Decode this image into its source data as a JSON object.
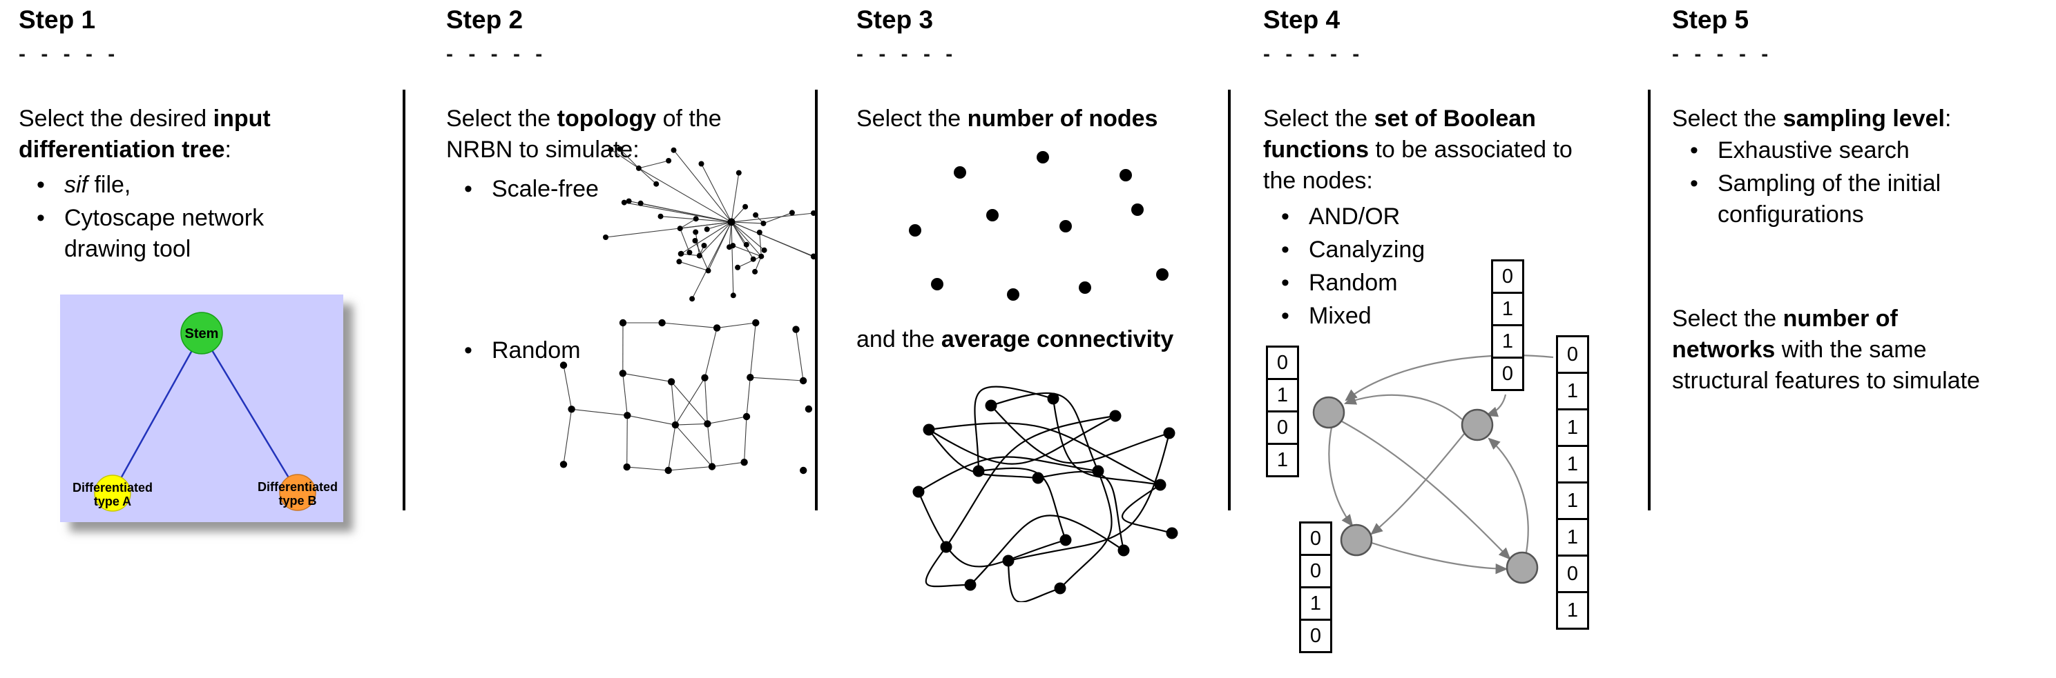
{
  "steps": [
    {
      "title": "Step 1",
      "dashes": "- - - - -",
      "lines": [
        [
          {
            "t": "Select the desired ",
            "b": false
          },
          {
            "t": "input",
            "b": true
          }
        ],
        [
          {
            "t": "differentiation tree",
            "b": true
          },
          {
            "t": ":",
            "b": false
          }
        ]
      ],
      "bullets_rich": [
        [
          {
            "t": "sif",
            "i": true
          },
          {
            "t": " file,",
            "b": false
          }
        ],
        [
          {
            "t": "Cytoscape network drawing tool",
            "b": false
          }
        ]
      ],
      "tree": {
        "bg": "#ccccff",
        "edge_color": "#2233bb",
        "nodes": [
          {
            "label": "Stem",
            "color": "#33cc33"
          },
          {
            "label": "Differentiated type A",
            "line1": "Differentiated",
            "line2": "type A",
            "color": "#ffff00"
          },
          {
            "label": "Differentiated type B",
            "line1": "Differentiated",
            "line2": "type B",
            "color": "#ff9933"
          }
        ]
      }
    },
    {
      "title": "Step 2",
      "dashes": "- - - - -",
      "lines": [
        [
          {
            "t": "Select the ",
            "b": false
          },
          {
            "t": "topology",
            "b": true
          },
          {
            "t": " of the",
            "b": false
          }
        ],
        [
          {
            "t": "NRBN to simulate:",
            "b": false
          }
        ]
      ],
      "bullets": [
        "Scale-free",
        "Random"
      ]
    },
    {
      "title": "Step 3",
      "dashes": "- - - - -",
      "line1": [
        {
          "t": "Select the ",
          "b": false
        },
        {
          "t": "number of nodes",
          "b": true
        }
      ],
      "line2": [
        {
          "t": "and the ",
          "b": false
        },
        {
          "t": "average connectivity",
          "b": true
        }
      ]
    },
    {
      "title": "Step 4",
      "dashes": "- - - - -",
      "lines": [
        [
          {
            "t": "Select the ",
            "b": false
          },
          {
            "t": "set of Boolean",
            "b": true
          }
        ],
        [
          {
            "t": "functions",
            "b": true
          },
          {
            "t": " to be associated to",
            "b": false
          }
        ],
        [
          {
            "t": "the nodes:",
            "b": false
          }
        ]
      ],
      "bullets": [
        "AND/OR",
        "Canalyzing",
        "Random",
        "Mixed"
      ],
      "node_color": "#a8a8a8",
      "tables": {
        "top": [
          "0",
          "1",
          "1",
          "0"
        ],
        "left": [
          "0",
          "1",
          "0",
          "1"
        ],
        "bottom": [
          "0",
          "0",
          "1",
          "0"
        ],
        "right": [
          "0",
          "1",
          "1",
          "1",
          "1",
          "1",
          "0",
          "1"
        ]
      }
    },
    {
      "title": "Step 5",
      "dashes": "- - - - -",
      "line1": [
        {
          "t": "Select the ",
          "b": false
        },
        {
          "t": "sampling level",
          "b": true
        },
        {
          "t": ":",
          "b": false
        }
      ],
      "bullets": [
        "Exhaustive search",
        "Sampling of the initial configurations"
      ],
      "second": [
        [
          {
            "t": "Select the ",
            "b": false
          },
          {
            "t": "number of",
            "b": true
          }
        ],
        [
          {
            "t": "networks",
            "b": true
          },
          {
            "t": " with the same",
            "b": false
          }
        ],
        [
          {
            "t": "structural features to simulate",
            "b": false
          }
        ]
      ]
    }
  ]
}
